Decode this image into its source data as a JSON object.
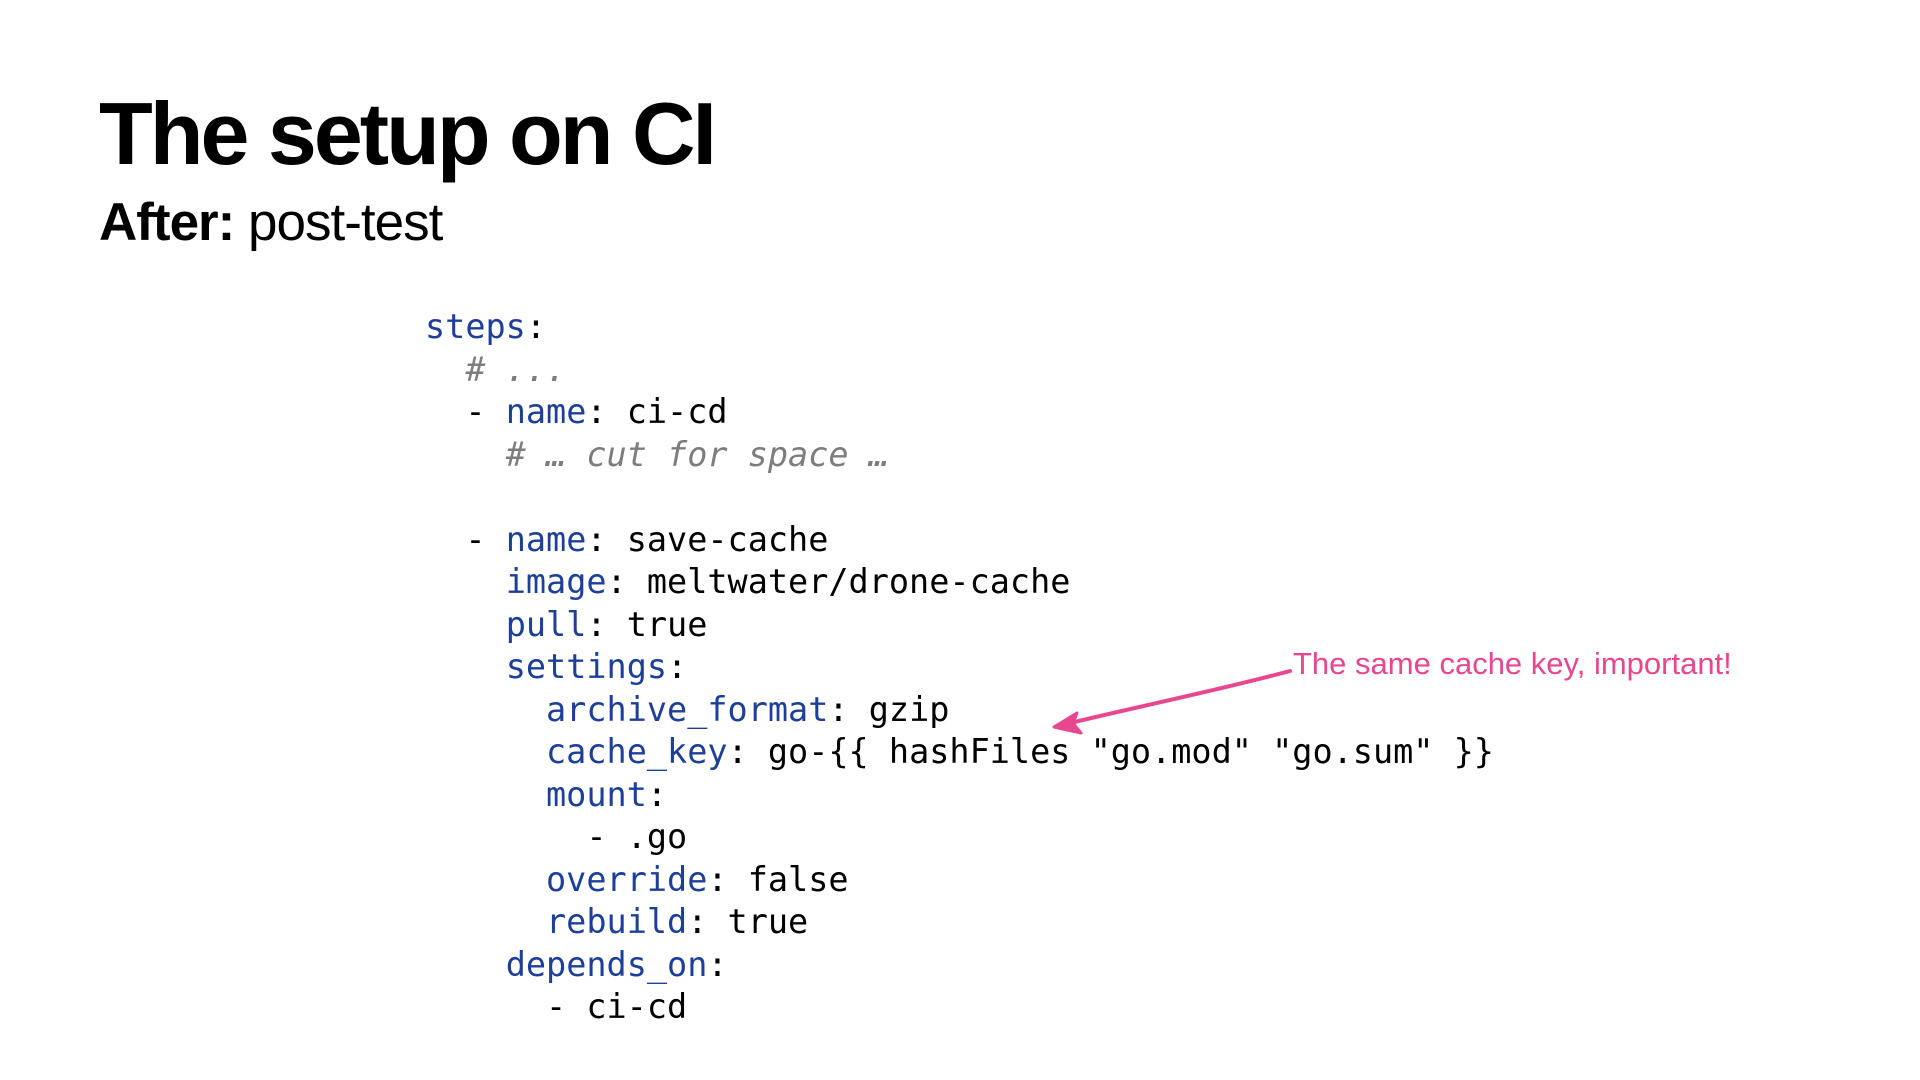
{
  "slide": {
    "title": "The setup on CI",
    "subtitle_bold": "After:",
    "subtitle_rest": " post-test"
  },
  "code": {
    "lines": [
      [
        {
          "t": "steps",
          "c": "key"
        },
        {
          "t": ":",
          "c": "punct"
        }
      ],
      [
        {
          "t": "  # ...",
          "c": "comment"
        }
      ],
      [
        {
          "t": "  - ",
          "c": "punct"
        },
        {
          "t": "name",
          "c": "key"
        },
        {
          "t": ": ci-cd",
          "c": "val"
        }
      ],
      [
        {
          "t": "    # … cut for space …",
          "c": "comment"
        }
      ],
      [
        {
          "t": "",
          "c": "val"
        }
      ],
      [
        {
          "t": "  - ",
          "c": "punct"
        },
        {
          "t": "name",
          "c": "key"
        },
        {
          "t": ": save-cache",
          "c": "val"
        }
      ],
      [
        {
          "t": "    ",
          "c": "val"
        },
        {
          "t": "image",
          "c": "key"
        },
        {
          "t": ": meltwater/drone-cache",
          "c": "val"
        }
      ],
      [
        {
          "t": "    ",
          "c": "val"
        },
        {
          "t": "pull",
          "c": "key"
        },
        {
          "t": ": true",
          "c": "val"
        }
      ],
      [
        {
          "t": "    ",
          "c": "val"
        },
        {
          "t": "settings",
          "c": "key"
        },
        {
          "t": ":",
          "c": "punct"
        }
      ],
      [
        {
          "t": "      ",
          "c": "val"
        },
        {
          "t": "archive_format",
          "c": "key"
        },
        {
          "t": ": gzip",
          "c": "val"
        }
      ],
      [
        {
          "t": "      ",
          "c": "val"
        },
        {
          "t": "cache_key",
          "c": "key"
        },
        {
          "t": ": go-{{ hashFiles \"go.mod\" \"go.sum\" }}",
          "c": "val"
        }
      ],
      [
        {
          "t": "      ",
          "c": "val"
        },
        {
          "t": "mount",
          "c": "key"
        },
        {
          "t": ":",
          "c": "punct"
        }
      ],
      [
        {
          "t": "        - .go",
          "c": "val"
        }
      ],
      [
        {
          "t": "      ",
          "c": "val"
        },
        {
          "t": "override",
          "c": "key"
        },
        {
          "t": ": false",
          "c": "val"
        }
      ],
      [
        {
          "t": "      ",
          "c": "val"
        },
        {
          "t": "rebuild",
          "c": "key"
        },
        {
          "t": ": true",
          "c": "val"
        }
      ],
      [
        {
          "t": "    ",
          "c": "val"
        },
        {
          "t": "depends_on",
          "c": "key"
        },
        {
          "t": ":",
          "c": "punct"
        }
      ],
      [
        {
          "t": "      - ci-cd",
          "c": "val"
        }
      ]
    ]
  },
  "annotation": {
    "text": "The same cache key, important!",
    "color": "#e8468f"
  },
  "colors": {
    "key": "#1d3f9a",
    "comment": "#7d7d7d",
    "text": "#000000"
  }
}
